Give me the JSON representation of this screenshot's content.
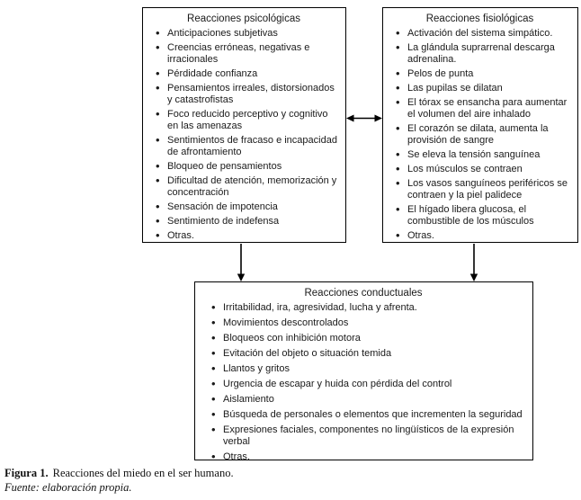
{
  "boxes": {
    "psychological": {
      "title": "Reacciones psicológicas",
      "items": [
        "Anticipaciones subjetivas",
        "Creencias erróneas, negativas e irracionales",
        "Pérdidade confianza",
        "Pensamientos irreales, distorsionados y catastrofistas",
        "Foco reducido perceptivo y cognitivo en las amenazas",
        "Sentimientos de fracaso e incapacidad de afrontamiento",
        "Bloqueo de pensamientos",
        "Dificultad de atención, memorización y concentración",
        "Sensación de impotencia",
        "Sentimiento de indefensa",
        "Otras."
      ]
    },
    "physiological": {
      "title": "Reacciones fisiológicas",
      "items": [
        "Activación del sistema simpático.",
        "La glándula suprarrenal descarga adrenalina.",
        "Pelos de punta",
        "Las pupilas se dilatan",
        "El tórax se ensancha para aumentar el volumen del aire inhalado",
        "El corazón se dilata, aumenta la provisión de sangre",
        "Se eleva la tensión sanguínea",
        "Los músculos se contraen",
        "Los vasos sanguíneos periféricos se contraen y la piel palidece",
        "El hígado libera glucosa, el combustible de los músculos",
        "Otras."
      ]
    },
    "behavioral": {
      "title": "Reacciones conductuales",
      "items": [
        "Irritabilidad, ira, agresividad, lucha y afrenta.",
        "Movimientos descontrolados",
        "Bloqueos con inhibición motora",
        "Evitación del objeto o situación temida",
        "Llantos y gritos",
        "Urgencia de escapar y huida con pérdida del control",
        "Aislamiento",
        "Búsqueda de personales o elementos que incrementen la seguridad",
        "Expresiones faciales, componentes no lingüísticos de la expresión verbal",
        "Otras."
      ]
    }
  },
  "caption": {
    "label": "Figura 1.",
    "title": "Reacciones del miedo en el ser humano.",
    "source": "Fuente: elaboración propia."
  },
  "colors": {
    "line": "#000000",
    "text": "#1a1a1a",
    "background": "#ffffff"
  }
}
